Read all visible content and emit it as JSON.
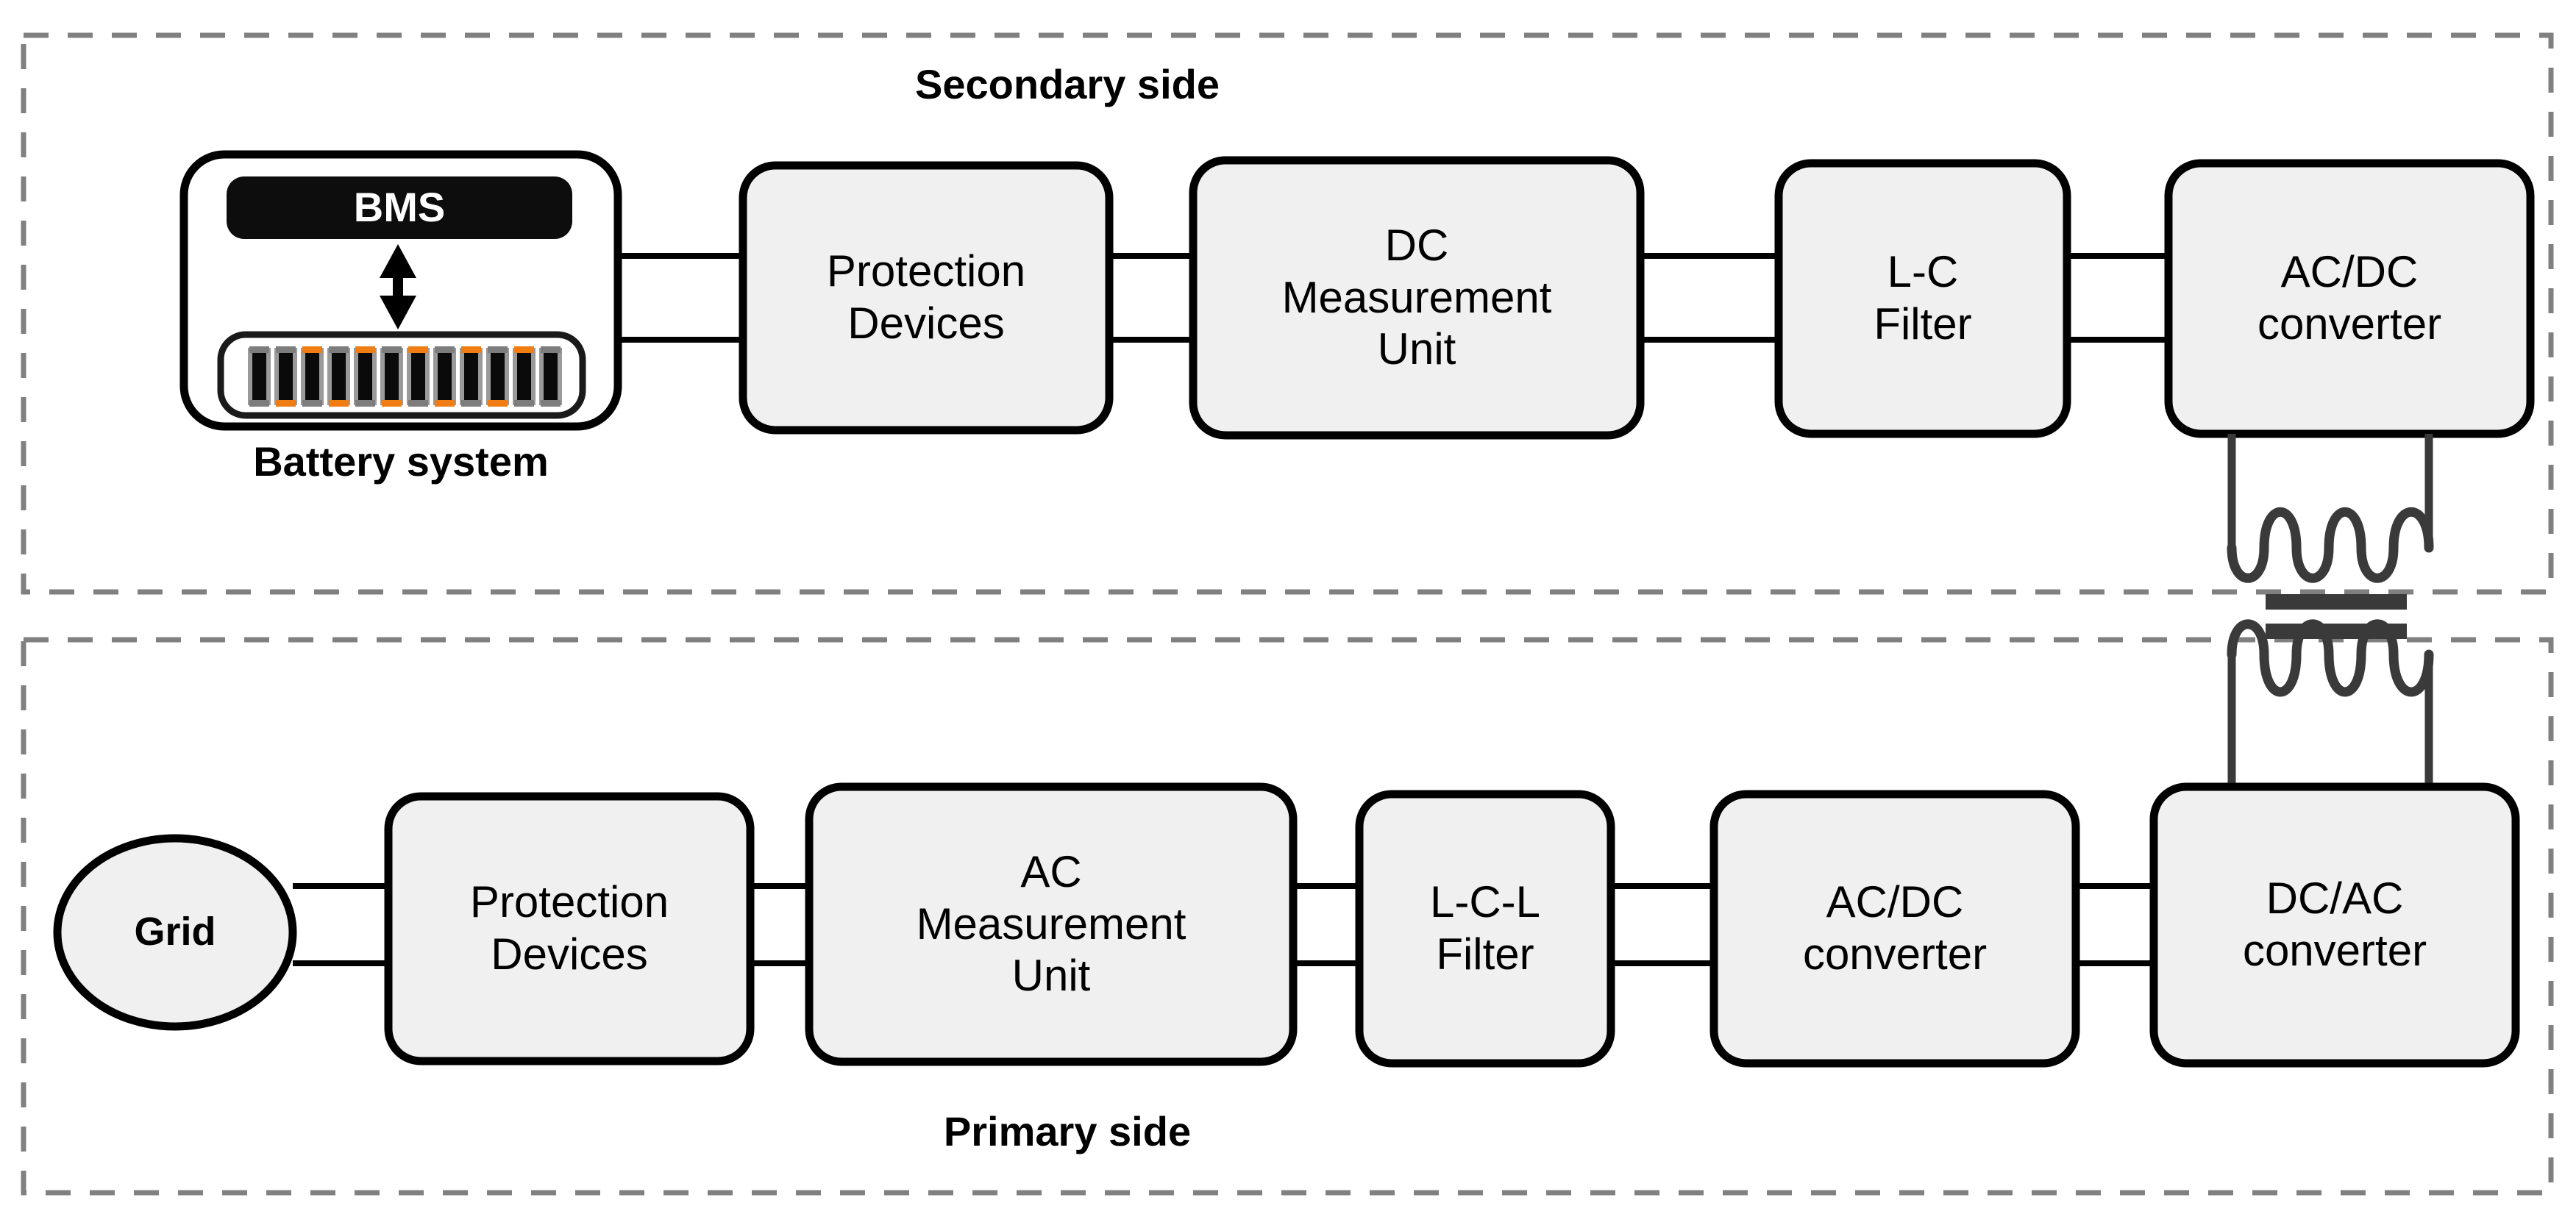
{
  "diagram": {
    "title": "Battery energy storage system single-line block diagram",
    "colors": {
      "block_fill": "#f0f0f0",
      "block_stroke": "#000000",
      "region_dash": "#808080",
      "coil": "#3a3a3a",
      "bms_plate": "#0d0d0d",
      "cell_terminal": "#f07c14",
      "cell_body": "#9a9a9a",
      "cell_core": "#0a0a0a",
      "background": "#ffffff"
    }
  },
  "regions": [
    {
      "id": "secondary",
      "label": "Secondary side",
      "label_position": "top-center"
    },
    {
      "id": "primary",
      "label": "Primary side",
      "label_position": "bottom-center"
    }
  ],
  "secondary_side": {
    "label": "Secondary side",
    "battery": {
      "bms_label": "BMS",
      "caption": "Battery system",
      "cell_count": 12,
      "arrow": "bidirectional-vertical"
    },
    "blocks": [
      {
        "id": "sec-protection",
        "label": "Protection\nDevices"
      },
      {
        "id": "sec-dc-measurement",
        "label": "DC\nMeasurement\nUnit"
      },
      {
        "id": "sec-lc-filter",
        "label": "L-C\nFilter"
      },
      {
        "id": "sec-acdc",
        "label": "AC/DC\nconverter"
      }
    ]
  },
  "primary_side": {
    "label": "Primary side",
    "source": {
      "id": "grid",
      "label": "Grid",
      "shape": "ellipse"
    },
    "blocks": [
      {
        "id": "pri-protection",
        "label": "Protection\nDevices"
      },
      {
        "id": "pri-ac-measurement",
        "label": "AC\nMeasurement\nUnit"
      },
      {
        "id": "pri-lcl-filter",
        "label": "L-C-L\nFilter"
      },
      {
        "id": "pri-acdc",
        "label": "AC/DC\nconverter"
      },
      {
        "id": "pri-dcac",
        "label": "DC/AC\nconverter"
      }
    ]
  },
  "transformer": {
    "id": "isolation-transformer",
    "secondary_winding_turns": 3,
    "primary_winding_turns": 3,
    "core_bars": 2,
    "connects": [
      "sec-acdc",
      "pri-dcac"
    ]
  }
}
